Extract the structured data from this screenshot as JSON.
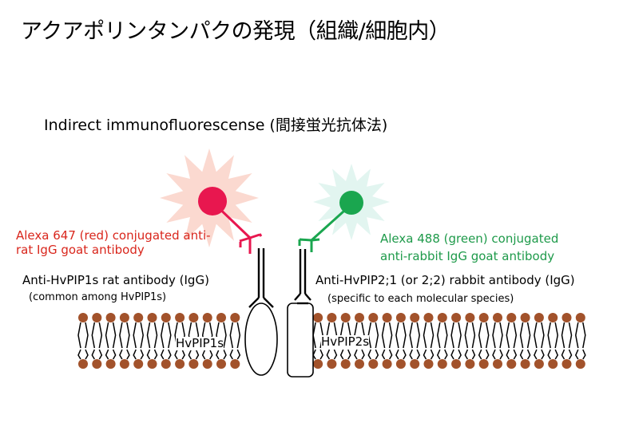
{
  "title": "アクアポリンタンパクの発現（組織/細胞内）",
  "subtitle": "Indirect immunofluorescense (間接蛍光抗体法)",
  "left": {
    "secondary_line1": "Alexa 647 (red) conjugated anti-",
    "secondary_line2": "rat IgG goat antibody",
    "primary": "Anti-HvPIP1s rat antibody (IgG)",
    "primary_note": "(common among HvPIP1s)",
    "protein": "HvPIP1s",
    "dye_color": "#e8174f",
    "burst_color": "#fbd9d0",
    "label_color": "#d9261c"
  },
  "right": {
    "secondary_line1": "Alexa 488 (green) conjugated",
    "secondary_line2": "anti-rabbit IgG goat antibody",
    "primary": "Anti-HvPIP2;1 (or 2;2) rabbit antibody (IgG)",
    "primary_note": "(specific to each molecular species)",
    "protein": "HvPIP2s",
    "dye_color": "#1aa64f",
    "burst_color": "#e2f5f0",
    "label_color": "#1e9a4a"
  },
  "membrane": {
    "head_color": "#a2522b"
  }
}
